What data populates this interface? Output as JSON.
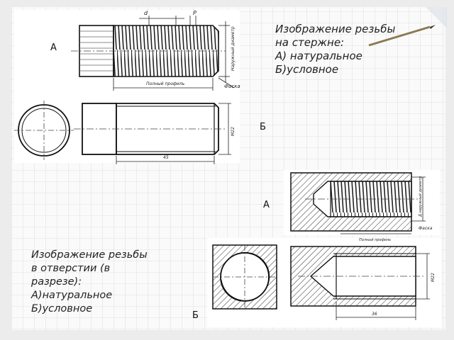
{
  "top_caption": {
    "lines": [
      "Изображение резьбы",
      "на стержне:",
      "А) натуральное",
      "Б)условное"
    ]
  },
  "bottom_caption": {
    "lines": [
      "Изображение резьбы",
      "в отверстии (в",
      "разрезе):",
      "А)натуральное",
      "Б)условное"
    ]
  },
  "labels": {
    "top_a": "А",
    "top_b": "Б",
    "bottom_a": "А",
    "bottom_b": "Б"
  },
  "drawing_annotations": {
    "dim_d": "d",
    "dim_p": "P",
    "outer_diameter": "Наружный диаметр",
    "chamfer_top": "Фаска",
    "full_profile": "Полный профиль",
    "size_m22_top": "М22",
    "length_45": "45",
    "nominal_diameter": "Д наружный диаметр",
    "chamfer_bottom": "Фаска",
    "full_profile_bottom": "Полный профиль",
    "size_m22_bottom": "М22",
    "length_36": "36"
  }
}
